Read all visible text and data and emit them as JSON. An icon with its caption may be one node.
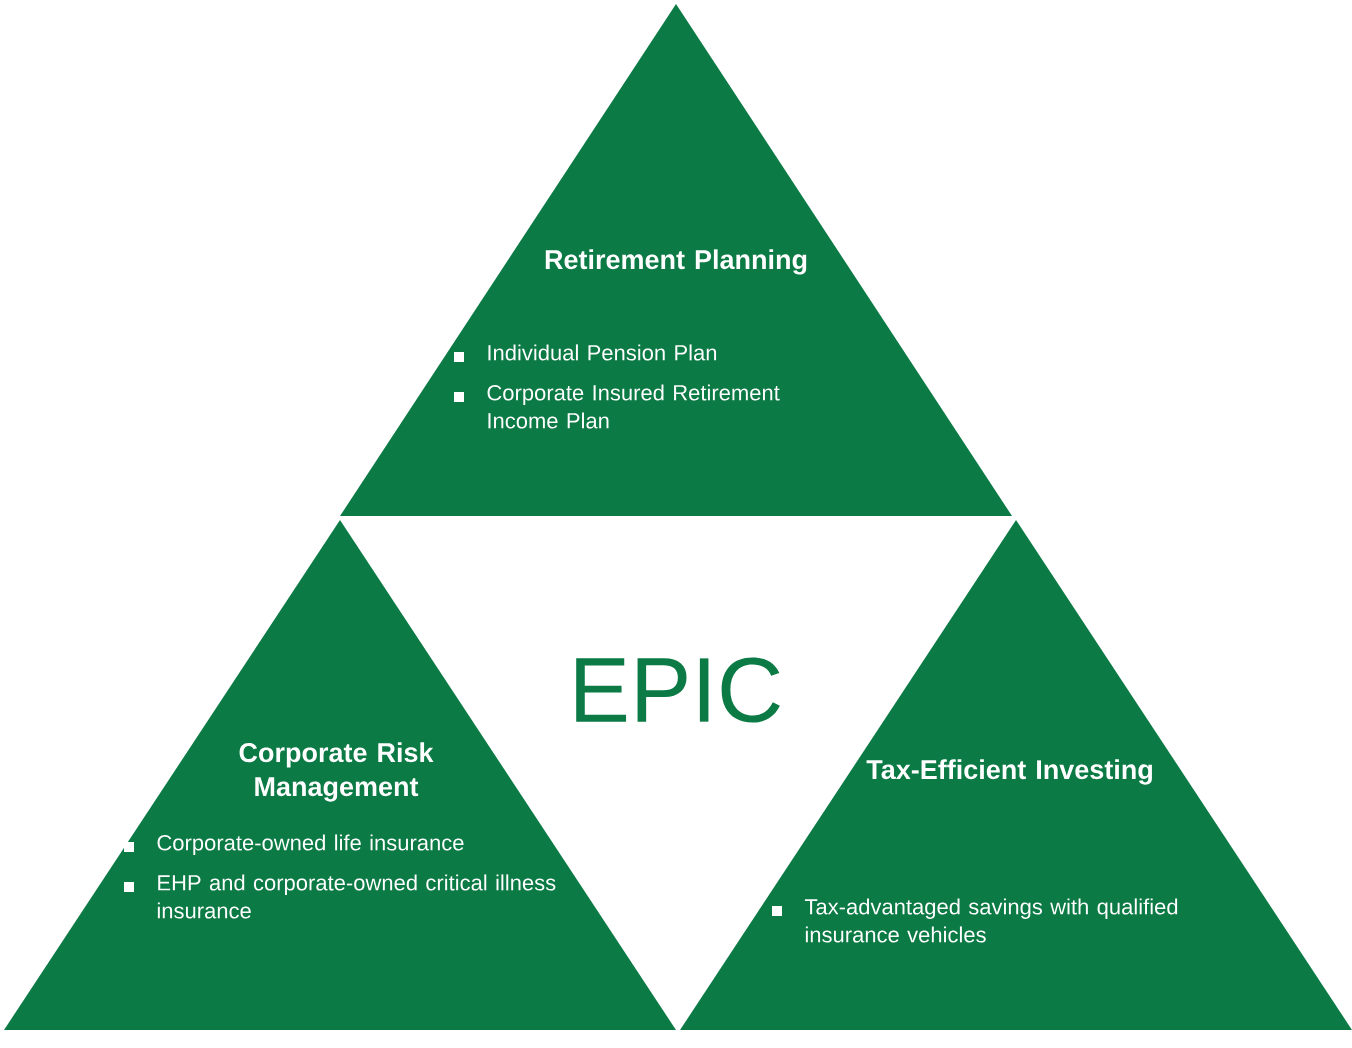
{
  "diagram": {
    "nodes": [
      {
        "text": [
          "Retirement Planning",
          "Individual Pension Plan",
          "Corporate Insured Retirement Income Plan"
        ]
      },
      {
        "text": [
          "Corporate Risk Management",
          "Corporate-owned life insurance",
          "EHP and corporate-owned critical illness insurance"
        ]
      },
      {
        "text": [
          "Tax-Efficient Investing",
          "Tax-advantaged savings with qualified insurance vehicles"
        ]
      }
    ],
    "labels": [
      "EPIC"
    ]
  }
}
